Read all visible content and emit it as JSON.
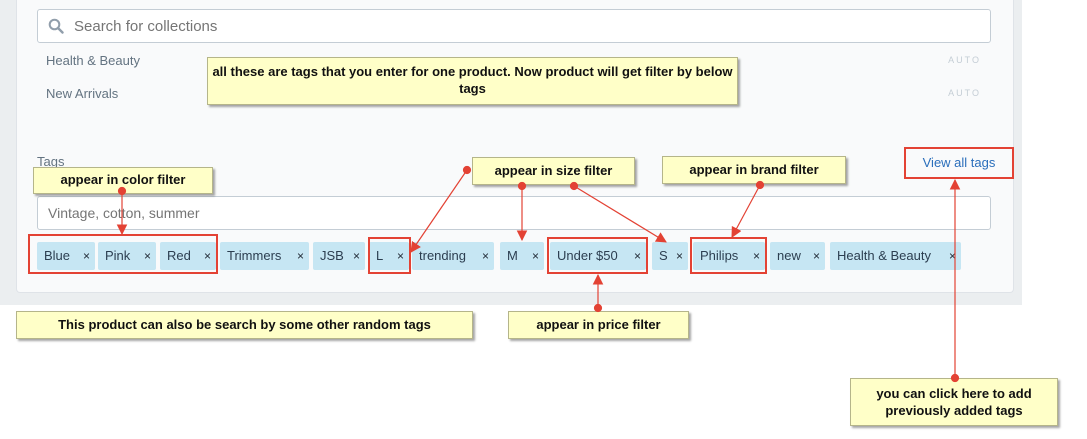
{
  "search": {
    "placeholder": "Search for collections"
  },
  "collections": [
    {
      "name": "Health & Beauty",
      "badge": "AUTO"
    },
    {
      "name": "New Arrivals",
      "badge": "AUTO"
    }
  ],
  "tags_section": {
    "label": "Tags",
    "input_placeholder": "Vintage, cotton, summer",
    "view_all_label": "View all tags",
    "remove_glyph": "×",
    "tags": [
      "Blue",
      "Pink",
      "Red",
      "Trimmers",
      "JSB",
      "L",
      "trending",
      "M",
      "Under $50",
      "S",
      "Philips",
      "new",
      "Health & Beauty"
    ]
  },
  "annotations": {
    "top_note": "all these are tags that you enter for one product. Now product will get filter by below tags",
    "color_filter": "appear in color filter",
    "size_filter": "appear in size filter",
    "brand_filter": "appear in brand filter",
    "random_tags": "This product can also be search by some other random tags",
    "price_filter": "appear in price filter",
    "view_all_hint": "you can click here to add previously added tags"
  },
  "colors": {
    "highlight_red": "#e34234",
    "tag_bg": "#c6e6f3",
    "note_bg": "#ffffc8",
    "link_blue": "#2a6ebb"
  }
}
